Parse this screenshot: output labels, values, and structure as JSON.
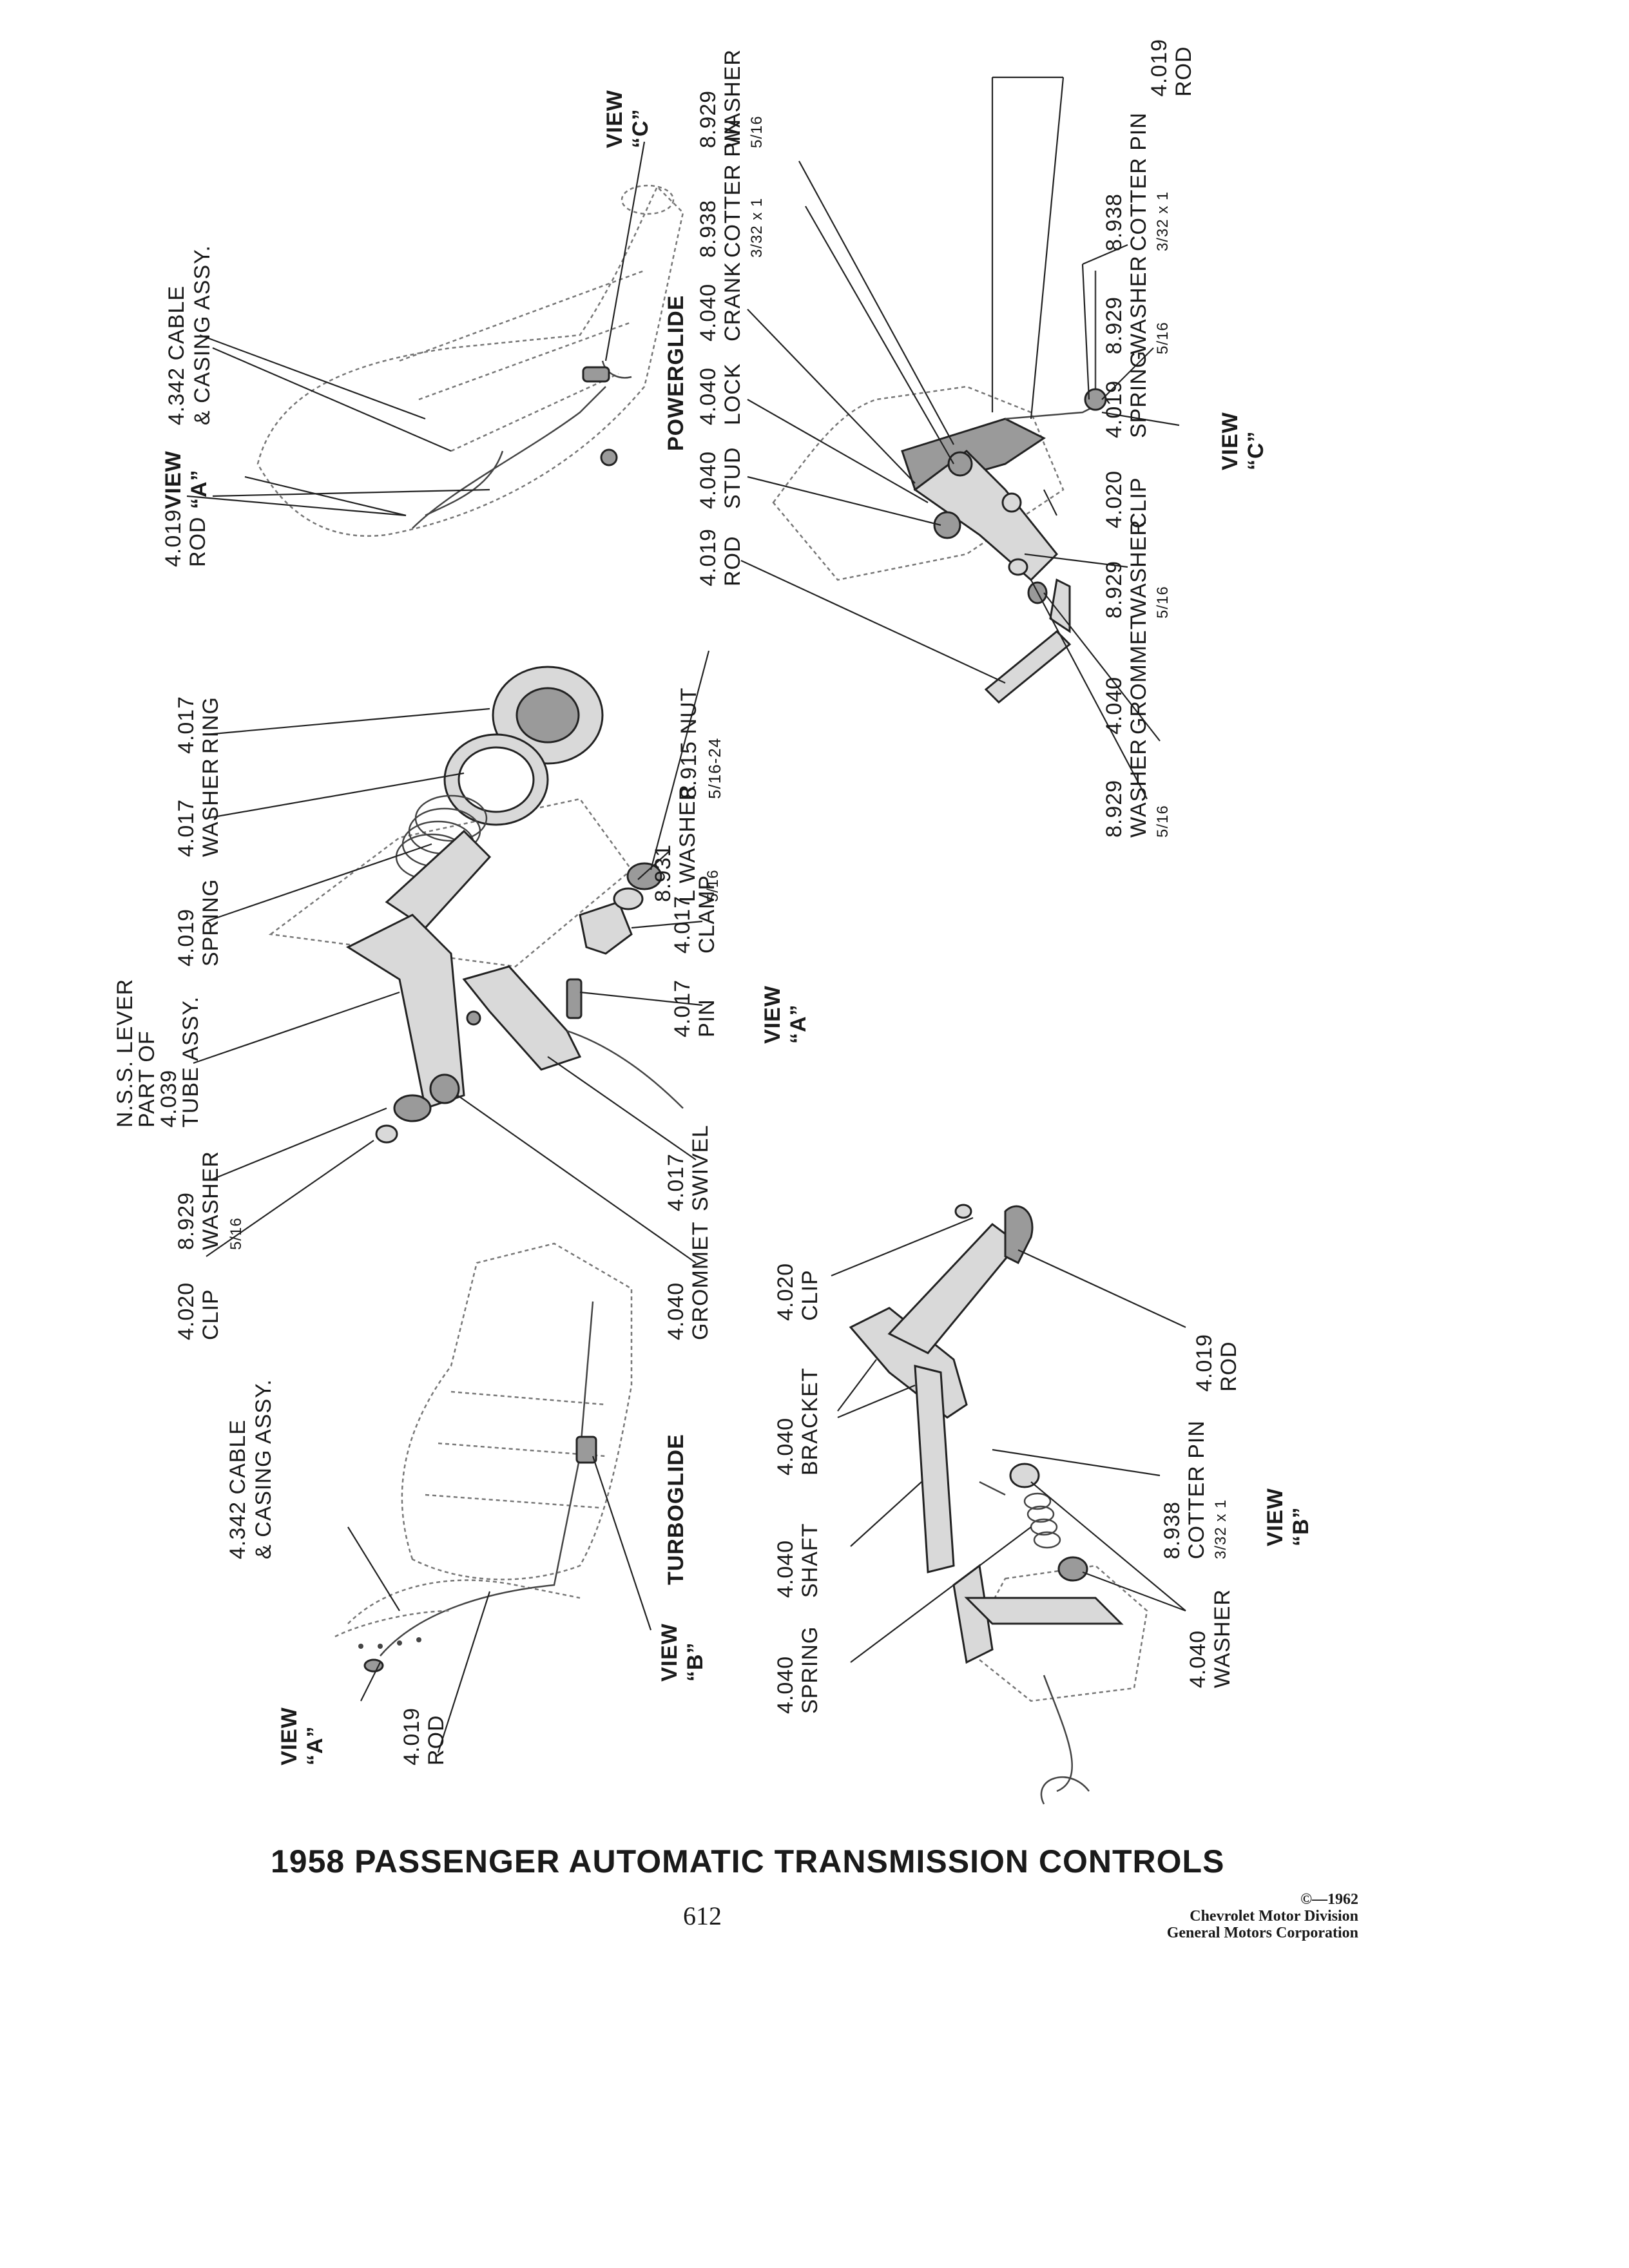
{
  "title": "1958 PASSENGER AUTOMATIC TRANSMISSION CONTROLS",
  "page_number": "612",
  "copyright": {
    "line1": "©—1962",
    "line2": "Chevrolet Motor Division",
    "line3": "General Motors Corporation"
  },
  "section_labels": {
    "powerglide": "POWERGLIDE",
    "turboglide": "TURBOGLIDE"
  },
  "views": {
    "a_top": {
      "l1": "VIEW",
      "l2": "“A”"
    },
    "c_top": {
      "l1": "VIEW",
      "l2": "“C”"
    },
    "a_mid": {
      "l1": "VIEW",
      "l2": "“A”"
    },
    "c_right": {
      "l1": "VIEW",
      "l2": "“C”"
    },
    "b_turbo": {
      "l1": "VIEW",
      "l2": "“B”"
    },
    "a_bottom": {
      "l1": "VIEW",
      "l2": "“A”"
    },
    "b_right": {
      "l1": "VIEW",
      "l2": "“B”"
    }
  },
  "powerglide_labels": {
    "rod": {
      "l1": "4.019",
      "l2": "ROD"
    },
    "cable": {
      "l1": "4.342 CABLE",
      "l2": "& CASING ASSY."
    }
  },
  "view_a_labels": {
    "ring": {
      "l1": "4.017",
      "l2": "RING"
    },
    "washer": {
      "l1": "4.017",
      "l2": "WASHER"
    },
    "spring": {
      "l1": "4.019",
      "l2": "SPRING"
    },
    "lever": {
      "l1": "N.S.S. LEVER",
      "l2": "PART OF",
      "l3": "4.039",
      "l4": "TUBE  ASSY."
    },
    "washer2": {
      "l1": "8.929",
      "l2": "WASHER",
      "l3": "5/16"
    },
    "clip": {
      "l1": "4.020",
      "l2": "CLIP"
    },
    "swivel": {
      "l1": "4.017",
      "l2": "SWIVEL"
    },
    "grommet": {
      "l1": "4.040",
      "l2": "GROMMET"
    },
    "pin": {
      "l1": "4.017",
      "l2": "PIN"
    },
    "clamp": {
      "l1": "4.017",
      "l2": "CLAMP"
    },
    "lwasher": {
      "l1": "8.931",
      "l2": "L WASHER",
      "l3": "5/16"
    },
    "nut": {
      "l1": "8.915 NUT",
      "l2": "5/16-24"
    }
  },
  "view_c_labels": {
    "rod": {
      "l1": "4.019",
      "l2": "ROD"
    },
    "stud": {
      "l1": "4.040",
      "l2": "STUD"
    },
    "lock": {
      "l1": "4.040",
      "l2": "LOCK"
    },
    "crank": {
      "l1": "4.040",
      "l2": "CRANK"
    },
    "cotter": {
      "l1": "8.938",
      "l2": "COTTER  PIN",
      "l3": "3/32 x 1"
    },
    "washer": {
      "l1": "8.929",
      "l2": "WASHER",
      "l3": "5/16"
    },
    "rod2": {
      "l1": "4.019",
      "l2": "ROD"
    },
    "cotter2": {
      "l1": "8.938",
      "l2": "COTTER  PIN",
      "l3": "3/32 x 1"
    },
    "washer2": {
      "l1": "8.929",
      "l2": "WASHER",
      "l3": "5/16"
    },
    "spring": {
      "l1": "4.019",
      "l2": "SPRING"
    },
    "clip": {
      "l1": "4.020",
      "l2": "CLIP"
    },
    "washer3": {
      "l1": "8.929",
      "l2": "WASHER",
      "l3": "5/16"
    },
    "grommet": {
      "l1": "4.040",
      "l2": "GROMMET"
    },
    "washer4": {
      "l1": "8.929",
      "l2": "WASHER",
      "l3": "5/16"
    }
  },
  "turboglide_labels": {
    "cable": {
      "l1": "4.342 CABLE",
      "l2": "& CASING ASSY."
    },
    "rod": {
      "l1": "4.019",
      "l2": "ROD"
    }
  },
  "view_b_labels": {
    "clip": {
      "l1": "4.020",
      "l2": "CLIP"
    },
    "bracket": {
      "l1": "4.040",
      "l2": "BRACKET"
    },
    "shaft": {
      "l1": "4.040",
      "l2": "SHAFT"
    },
    "spring": {
      "l1": "4.040",
      "l2": "SPRING"
    },
    "rod": {
      "l1": "4.019",
      "l2": "ROD"
    },
    "cotter": {
      "l1": "8.938",
      "l2": "COTTER  PIN",
      "l3": "3/32 x 1"
    },
    "washer": {
      "l1": "4.040",
      "l2": "WASHER"
    }
  }
}
